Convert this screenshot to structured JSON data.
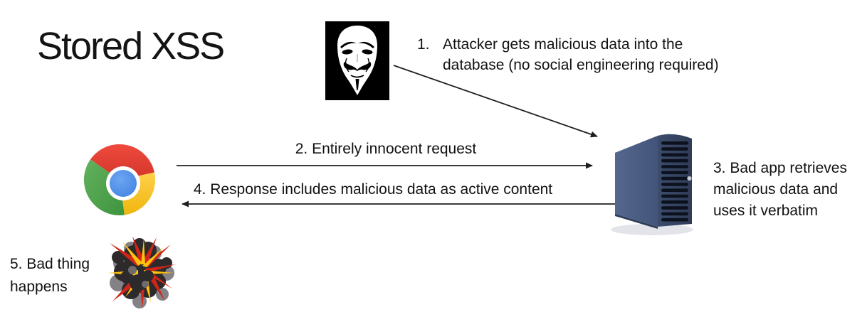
{
  "title": "Stored XSS",
  "steps": {
    "step1": {
      "number": "1.",
      "text": "Attacker gets malicious data into the\ndatabase (no social engineering required)"
    },
    "step2": {
      "label": "2. Entirely innocent request"
    },
    "step3": {
      "label": "3. Bad app retrieves\nmalicious data and\nuses it verbatim"
    },
    "step4": {
      "label": "4. Response includes malicious data as active content"
    },
    "step5": {
      "label": "5. Bad thing\nhappens"
    }
  },
  "icons": {
    "attacker": "anonymous-mask-icon",
    "browser": "chrome-browser-icon",
    "server": "server-tower-icon",
    "explosion": "explosion-icon"
  },
  "colors": {
    "background": "#ffffff",
    "text": "#141414",
    "arrow": "#1f1f1f",
    "chrome_red": "#e23b2e",
    "chrome_green": "#57a84f",
    "chrome_yellow": "#f7c211",
    "chrome_blue": "#4c8be8",
    "server_blue": "#4a5c7e",
    "explosion_red": "#d1251a",
    "explosion_yellow": "#ffc20e",
    "explosion_smoke": "#2d2a2c"
  }
}
